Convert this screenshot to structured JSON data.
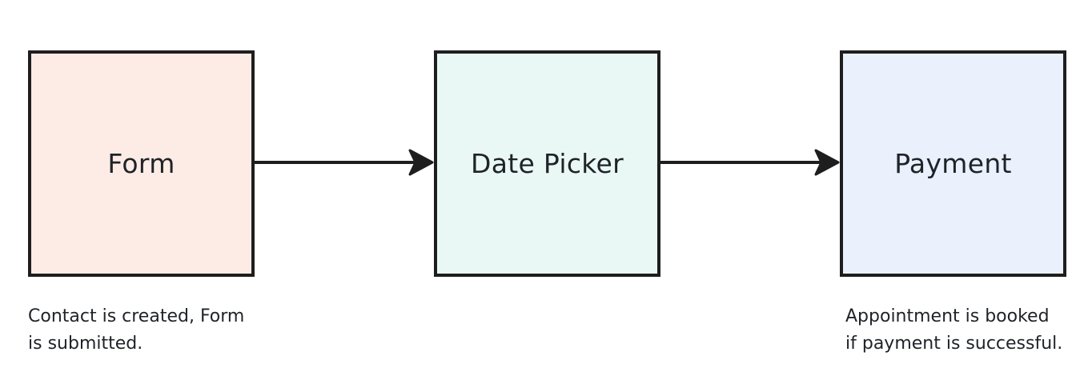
{
  "nodes": [
    {
      "label": "Form",
      "fill": "#fdece6"
    },
    {
      "label": "Date Picker",
      "fill": "#eaf8f5"
    },
    {
      "label": "Payment",
      "fill": "#eaf0fc"
    }
  ],
  "notes": {
    "form": "Contact is created, Form\nis submitted.",
    "payment": "Appointment is booked\nif payment is successful."
  },
  "colors": {
    "stroke": "#1e1e1e",
    "text": "#1f2328"
  }
}
